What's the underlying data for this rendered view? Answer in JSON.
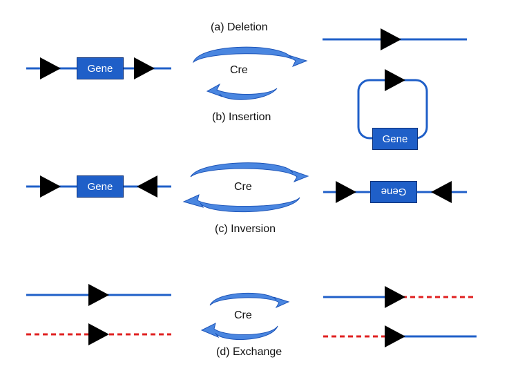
{
  "colors": {
    "dna_blue": "#1f5fc8",
    "dna_red": "#e02020",
    "gene_fill": "#1f5fc8",
    "gene_border": "#0c2f75",
    "lox_site": "#000000",
    "arrow_light": "#4a86e0",
    "arrow_dark": "#1e55b8"
  },
  "labels": {
    "deletion": "(a) Deletion",
    "insertion": "(b) Insertion",
    "inversion": "(c) Inversion",
    "exchange": "(d) Exchange"
  },
  "enzyme": {
    "deletion_insertion": "Cre",
    "inversion": "Cre",
    "exchange": "Cre"
  },
  "genes": {
    "deletion_left": "Gene",
    "insertion_circle": "Gene",
    "inversion_left": "Gene",
    "inversion_right": "Gene"
  }
}
